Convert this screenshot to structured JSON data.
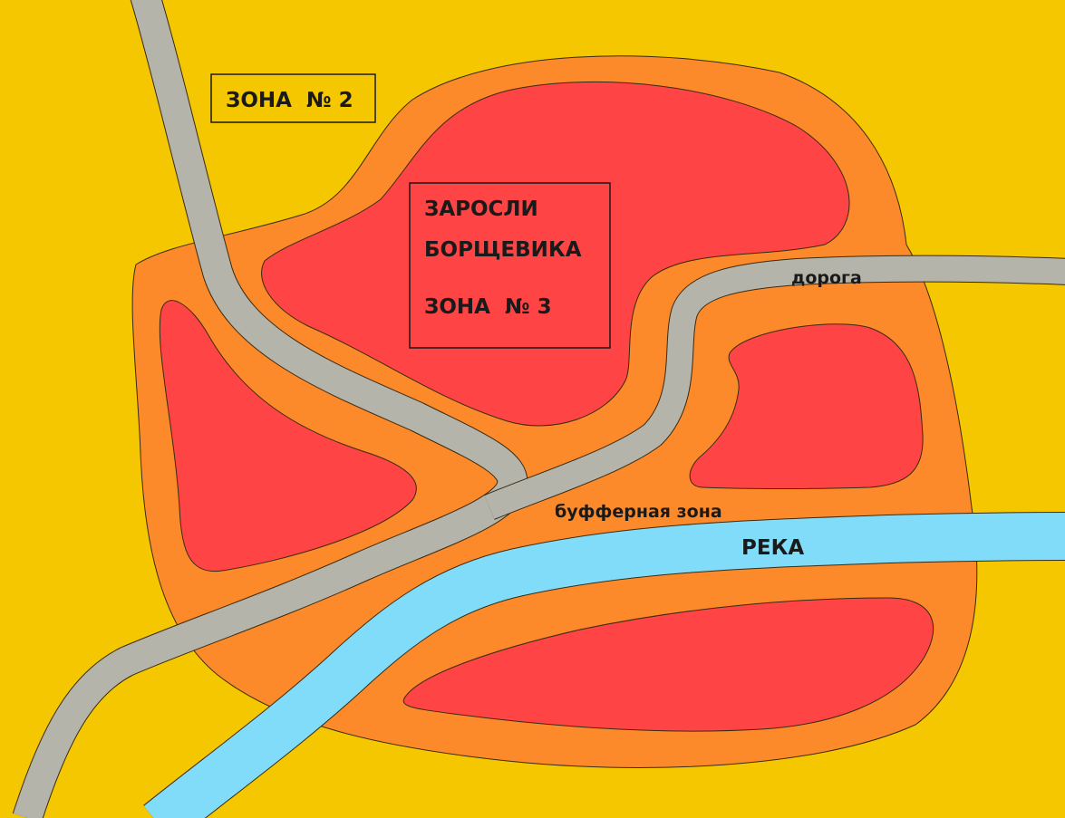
{
  "map": {
    "colors": {
      "background_zone2": "#f4c700",
      "buffer_zone": "#fc8a2b",
      "thickets_zone3": "#fe4444",
      "road": "#b4b4aa",
      "river": "#80dcf9"
    },
    "labels": {
      "zone2": "ЗОНА  № 2",
      "thickets_line1": "ЗАРОСЛИ",
      "thickets_line2": "БОРЩЕВИКА",
      "zone3": "ЗОНА  № 3",
      "road": "дорога",
      "buffer": "буфферная зона",
      "river": "РЕКА"
    }
  }
}
